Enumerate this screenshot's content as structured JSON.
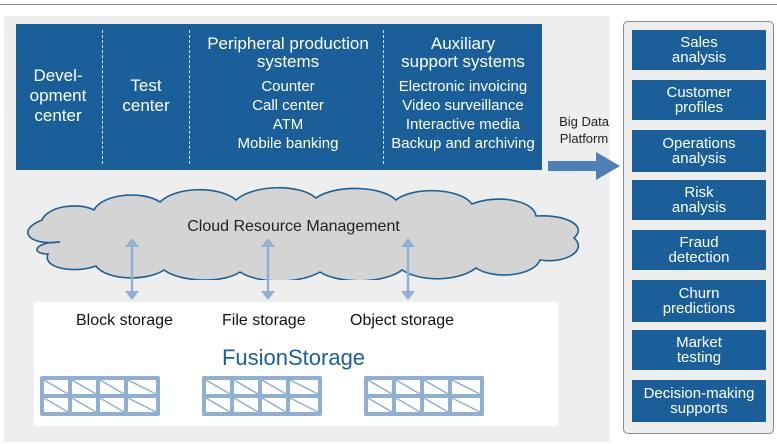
{
  "columns": [
    {
      "title": "Devel-\nopment\ncenter",
      "items": []
    },
    {
      "title": "Test\ncenter",
      "items": []
    },
    {
      "title": "Peripheral production\nsystems",
      "items": [
        "Counter",
        "Call center",
        "ATM",
        "Mobile banking"
      ]
    },
    {
      "title": "Auxiliary\nsupport systems",
      "items": [
        "Electronic invoicing",
        "Video surveillance",
        "Interactive media",
        "Backup and archiving"
      ]
    }
  ],
  "big_data_label": "Big Data\nPlatform",
  "cloud_label": "Cloud Resource Management",
  "storage": {
    "block": "Block storage",
    "file": "File storage",
    "object": "Object storage",
    "product": "FusionStorage"
  },
  "analyses": [
    "Sales\nanalysis",
    "Customer\nprofiles",
    "Operations\nanalysis",
    "Risk\nanalysis",
    "Fraud\ndetection",
    "Churn\npredictions",
    "Market\ntesting",
    "Decision-making\nsupports"
  ],
  "colors": {
    "brand_blue": "#1a5f99",
    "cloud_fill": "#d4d4d4",
    "arrow_blue": "#8fb0d3",
    "panel_gray": "#eeeeee"
  }
}
